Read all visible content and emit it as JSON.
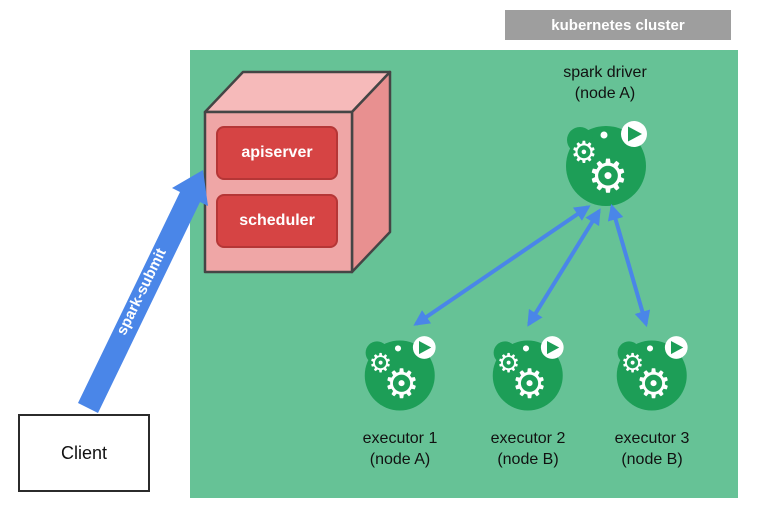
{
  "cluster_label": "kubernetes cluster",
  "cube": {
    "apiserver": "apiserver",
    "scheduler": "scheduler"
  },
  "driver": {
    "line1": "spark driver",
    "line2": "(node A)"
  },
  "executors": [
    {
      "line1": "executor 1",
      "line2": "(node A)"
    },
    {
      "line1": "executor 2",
      "line2": "(node B)"
    },
    {
      "line1": "executor 3",
      "line2": "(node B)"
    }
  ],
  "client_label": "Client",
  "spark_submit_label": "spark-submit",
  "icons": {
    "pod": "spark-pod-icon (green pod with white gears and play button)",
    "cube": "kubernetes-control-plane-cube-icon"
  },
  "colors": {
    "panel-green": "#66c296",
    "pod-green": "#1d9e57",
    "arrow-blue": "#4a86e8",
    "box-red": "#d64444",
    "box-red-border": "#b53636",
    "cube-front": "#efa6a6",
    "cube-top": "#f6baba",
    "cube-right": "#e89090",
    "cube-outline": "#454545",
    "label-gray": "#9e9e9e"
  }
}
